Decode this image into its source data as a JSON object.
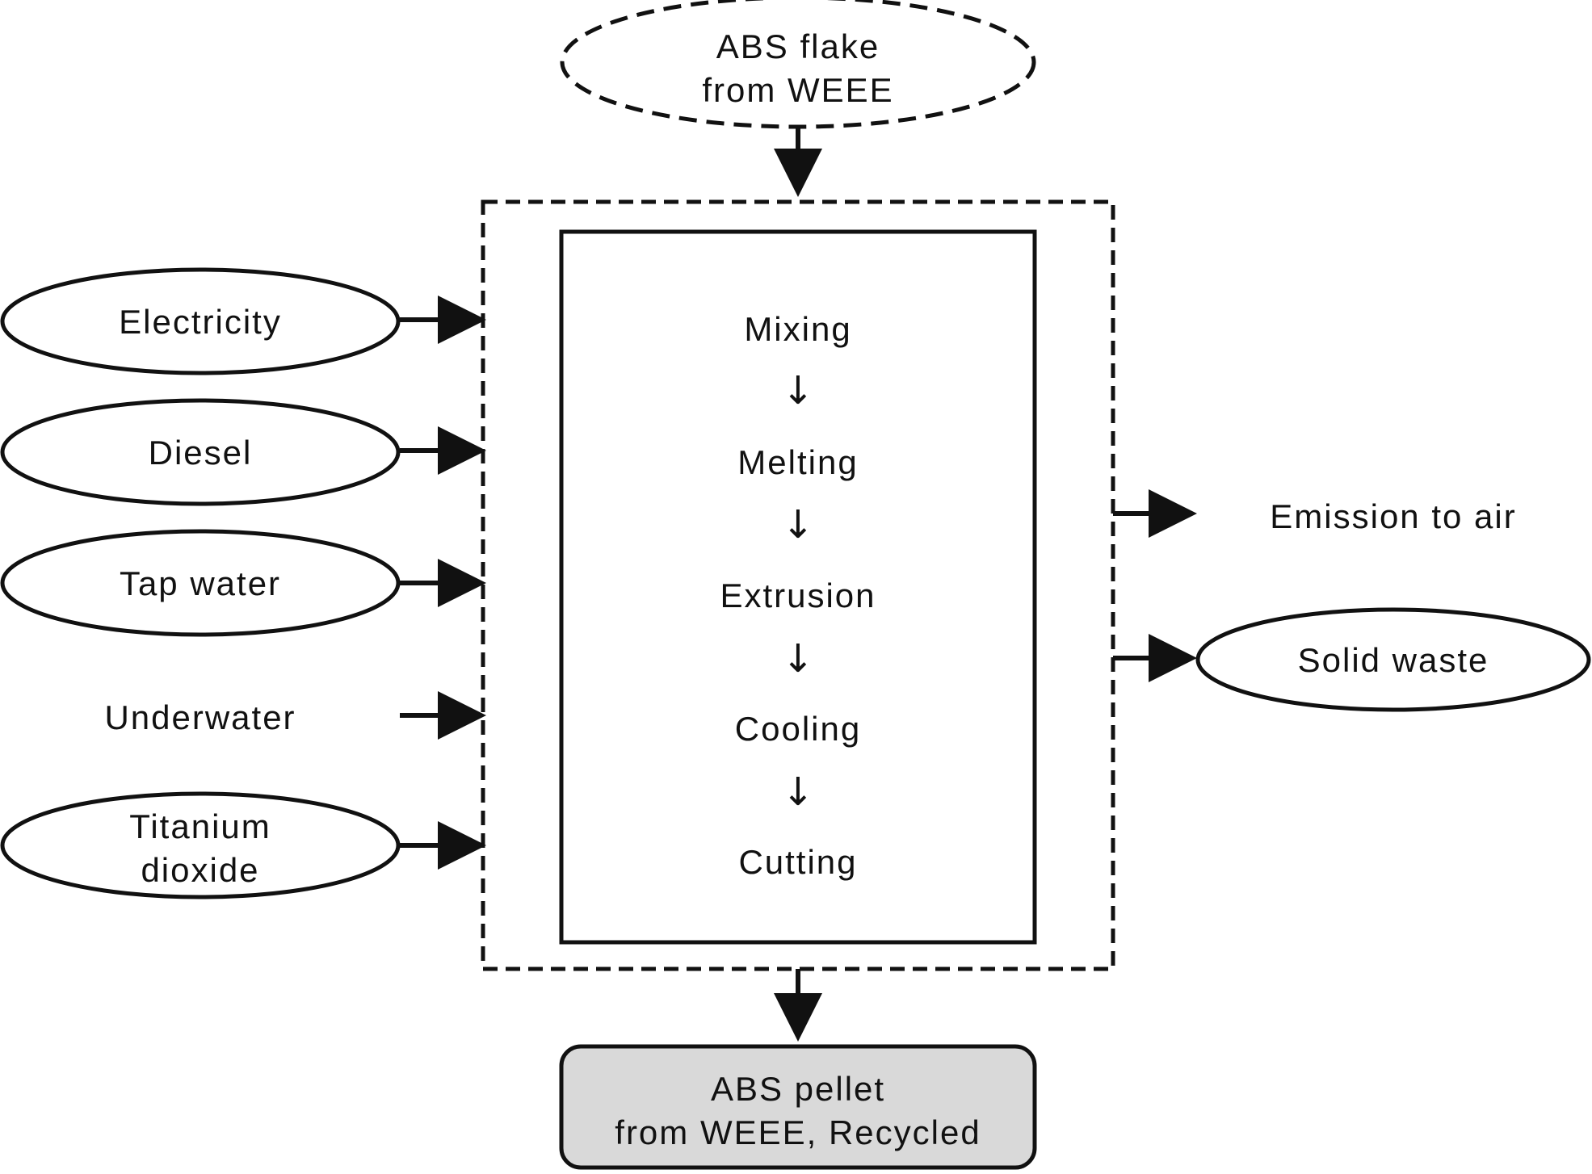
{
  "input_top": {
    "line1": "ABS flake",
    "line2": "from WEEE"
  },
  "inputs_left": {
    "electricity": "Electricity",
    "diesel": "Diesel",
    "tap_water": "Tap water",
    "underwater": "Underwater",
    "titanium_line1": "Titanium",
    "titanium_line2": "dioxide"
  },
  "process_steps": [
    "Mixing",
    "Melting",
    "Extrusion",
    "Cooling",
    "Cutting"
  ],
  "step_arrow": "↓",
  "outputs_right": {
    "emission": "Emission to air",
    "solid_waste": "Solid waste"
  },
  "product": {
    "line1": "ABS pellet",
    "line2": "from WEEE, Recycled"
  },
  "colors": {
    "stroke": "#111111",
    "product_fill": "#d9d9d9",
    "background": "#ffffff"
  }
}
